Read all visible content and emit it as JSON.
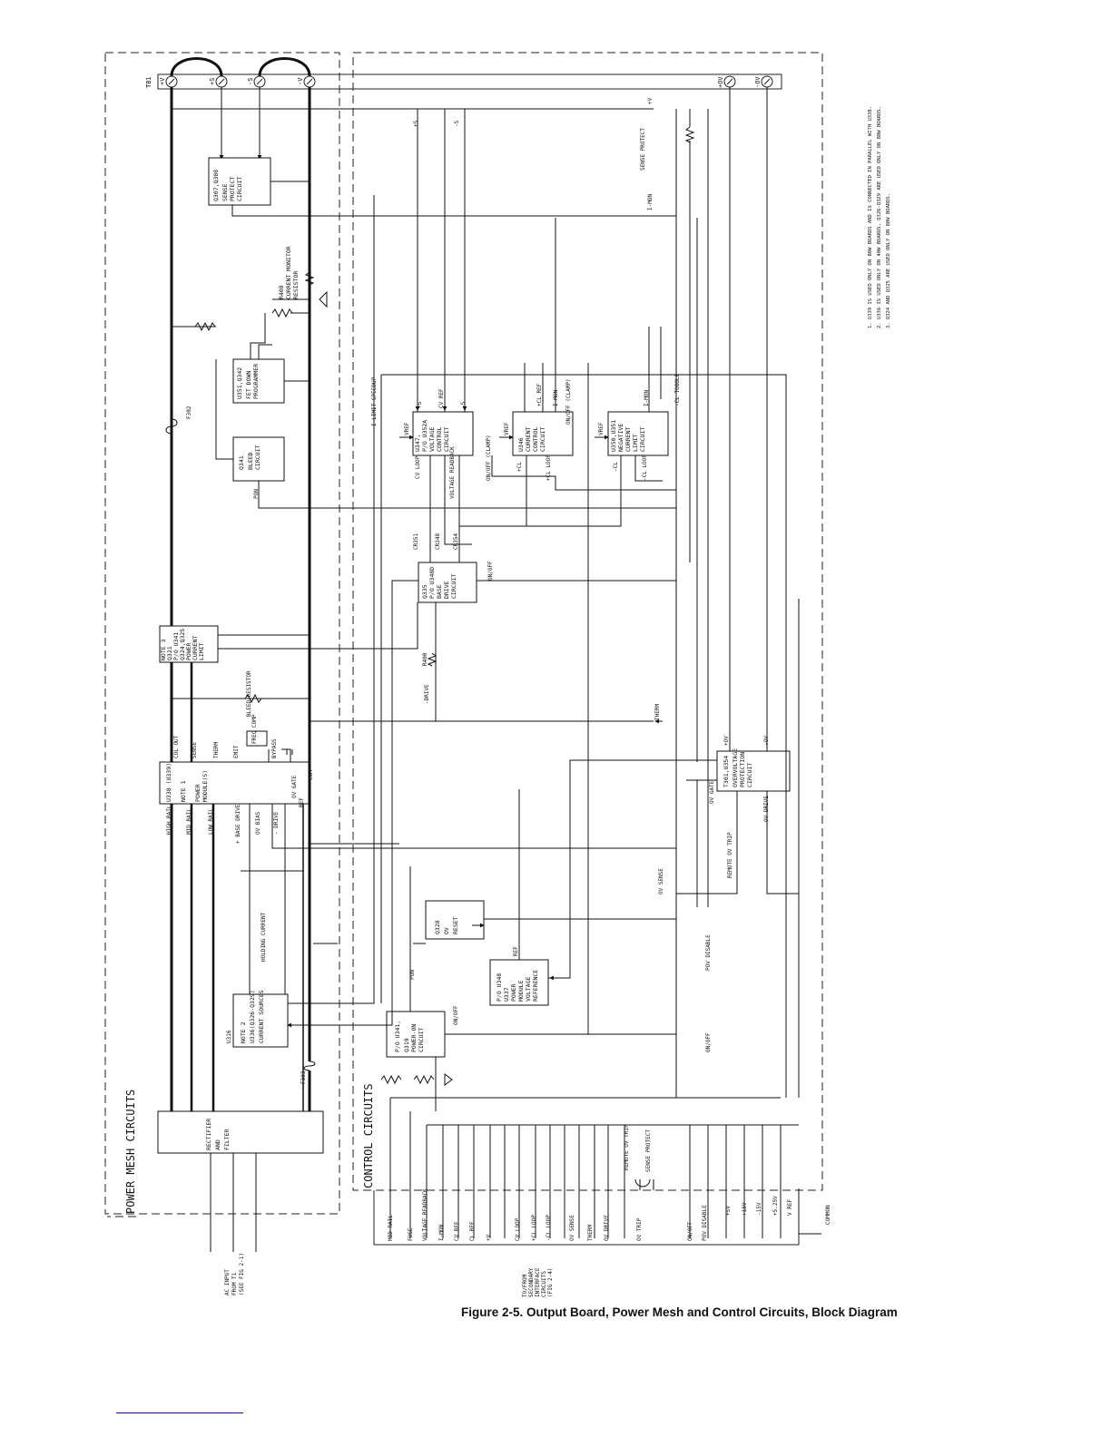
{
  "figure": {
    "caption": "Figure 2-5. Output Board, Power Mesh and Control Circuits, Block Diagram"
  },
  "sections": {
    "power_mesh": "POWER MESH CIRCUITS",
    "control": "CONTROL CIRCUITS"
  },
  "terminal_block": {
    "label": "TB1",
    "terminals": [
      "+V",
      "+S",
      "-S",
      "-V",
      "+OV",
      "-OV"
    ]
  },
  "blocks": {
    "sense_protect": [
      "Q307,Q308",
      "SENSE",
      "PROTECT",
      "CIRCUIT"
    ],
    "current_monitor": [
      "R408",
      "CURRENT MONITOR",
      "RESISTOR"
    ],
    "fet_down": [
      "U351,Q342",
      "FET DOWN",
      "PROGRAMMER"
    ],
    "bleed": [
      "Q341",
      "BLEED",
      "CIRCUIT"
    ],
    "power_limit": [
      "NOTE 3",
      "Q321",
      "P/O U341",
      "Q324,Q325",
      "POWER",
      "CURRENT",
      "LIMIT"
    ],
    "power_module": [
      "U338 (U339)",
      "NOTE 1",
      "POWER",
      "MODULE(S)"
    ],
    "rectifier": [
      "RECTIFIER",
      "AND",
      "FILTER"
    ],
    "current_sources": [
      "NOTE 2",
      "U336(Q326-Q329)",
      "CURRENT SOURCES"
    ],
    "voltage_control": [
      "U347,",
      "P/O U352A",
      "VOLTAGE",
      "CONTROL",
      "CIRCUIT"
    ],
    "current_control": [
      "U346",
      "CURRENT",
      "CONTROL",
      "CIRCUIT"
    ],
    "negative_limit": [
      "U350,U351",
      "NEGATIVE",
      "CURRENT",
      "LIMIT",
      "CIRCUIT"
    ],
    "base_drive": [
      "Q335",
      "P/O U348D",
      "BASE",
      "DRIVE",
      "CIRCUIT"
    ],
    "ov_reset": [
      "Q328",
      "OV",
      "RESET"
    ],
    "pm_voltage_ref": [
      "P/O U348",
      "U337",
      "POWER",
      "MODULE",
      "VOLTAGE",
      "REFERENCE"
    ],
    "power_on": [
      "P/O U341,",
      "Q319",
      "POWER-ON",
      "CIRCUIT"
    ],
    "overvoltage": [
      "T301,U354",
      "OVERVOLTAGE",
      "PROTECTION",
      "CIRCUIT"
    ]
  },
  "signals": {
    "sense_protect": "SENSE PROTECT",
    "i_mon": "I-MON",
    "plus_v": "+V",
    "plus_s": "+S",
    "minus_s": "-S",
    "vref": "VREF",
    "cv_ref": "CV REF",
    "cv_loop": "CV LOOP",
    "voltage_readback": "VOLTAGE READBACK",
    "cl_ref": "+CL REF",
    "cl_plus": "+CL",
    "cl_loop": "+CL LOOP",
    "onoff_clamp": "ON/OFF (CLAMP)",
    "cl_minus": "-CL",
    "minus_cl_loop": "-CL LOOP",
    "cl_toggle": "-CL TOGGLE",
    "i_limit_speedup": "I LIMIT SPEEDUP",
    "pon": "PON",
    "f302": "F302",
    "f303": "F303",
    "u316": "U316",
    "cr351": "CR351",
    "cr348": "CR348",
    "cr354": "CR354",
    "on_off": "ON/OFF",
    "r400": "R400",
    "minus_drive": "-DRIVE",
    "bleed_resistor": "BLEED RESISTOR",
    "therm": "THERM",
    "col_out": "COL OUT",
    "sense": "SENSE",
    "emit": "EMIT",
    "freq_comp": "FREQ COMP",
    "bypass": "BYPASS",
    "com": "COM",
    "ov_gate": "OV GATE",
    "ref": "REF",
    "high_rail": "HIGH RAIL",
    "mid_rail": "MID RAIL",
    "low_rail": "LOW RAIL",
    "base_drive": "+ BASE DRIVE",
    "ov_bias": "OV BIAS",
    "drive": "- DRIVE",
    "holding_current": "HOLDING CURRENT",
    "plus_ov": "+OV",
    "minus_ov": "-OV",
    "ov_drive": "OV DRIVE",
    "ov_sense": "OV SENSE",
    "remote_ov_trip": "REMOTE OV TRIP",
    "pov_disable": "POV DISABLE",
    "plus_v_right": "+V",
    "ac_input": [
      "AC INPUT",
      "FROM T1",
      "(SEE FIG 2-1)"
    ]
  },
  "interface": {
    "left": [
      "MID RAIL",
      "FUSE",
      "VOLTAGE READBACK",
      "I-MON",
      "CV REF",
      "CL REF",
      "+V",
      "CV LOOP",
      "+CL LOOP",
      "-CL LOOP",
      "OV SENSE",
      "THERM",
      "OV DRIVE",
      "OV TRIP"
    ],
    "right": [
      "ON/OFF",
      "POV DISABLE",
      "+5V",
      "+15V",
      "-15V",
      "+5.25V",
      "V REF",
      "COMMON"
    ],
    "remote": [
      "REMOTE OV TRIP",
      "SENSE PROTECT"
    ],
    "destination": [
      "TO/FROM",
      "SECONDARY",
      "INTERFACE",
      "CIRCUITS",
      "(FIG 2-4)"
    ]
  },
  "notes": [
    "1. U339 IS USED ONLY ON 80W BOARDS AND IS CONNECTED IN PARALLEL WITH U338.",
    "2. U336 IS USED ONLY ON 40W BOARDS, Q326-Q329 ARE USED ONLY ON 80W BOARDS.",
    "3. Q324 AND Q325 ARE USED ONLY ON 80W BOARDS."
  ]
}
